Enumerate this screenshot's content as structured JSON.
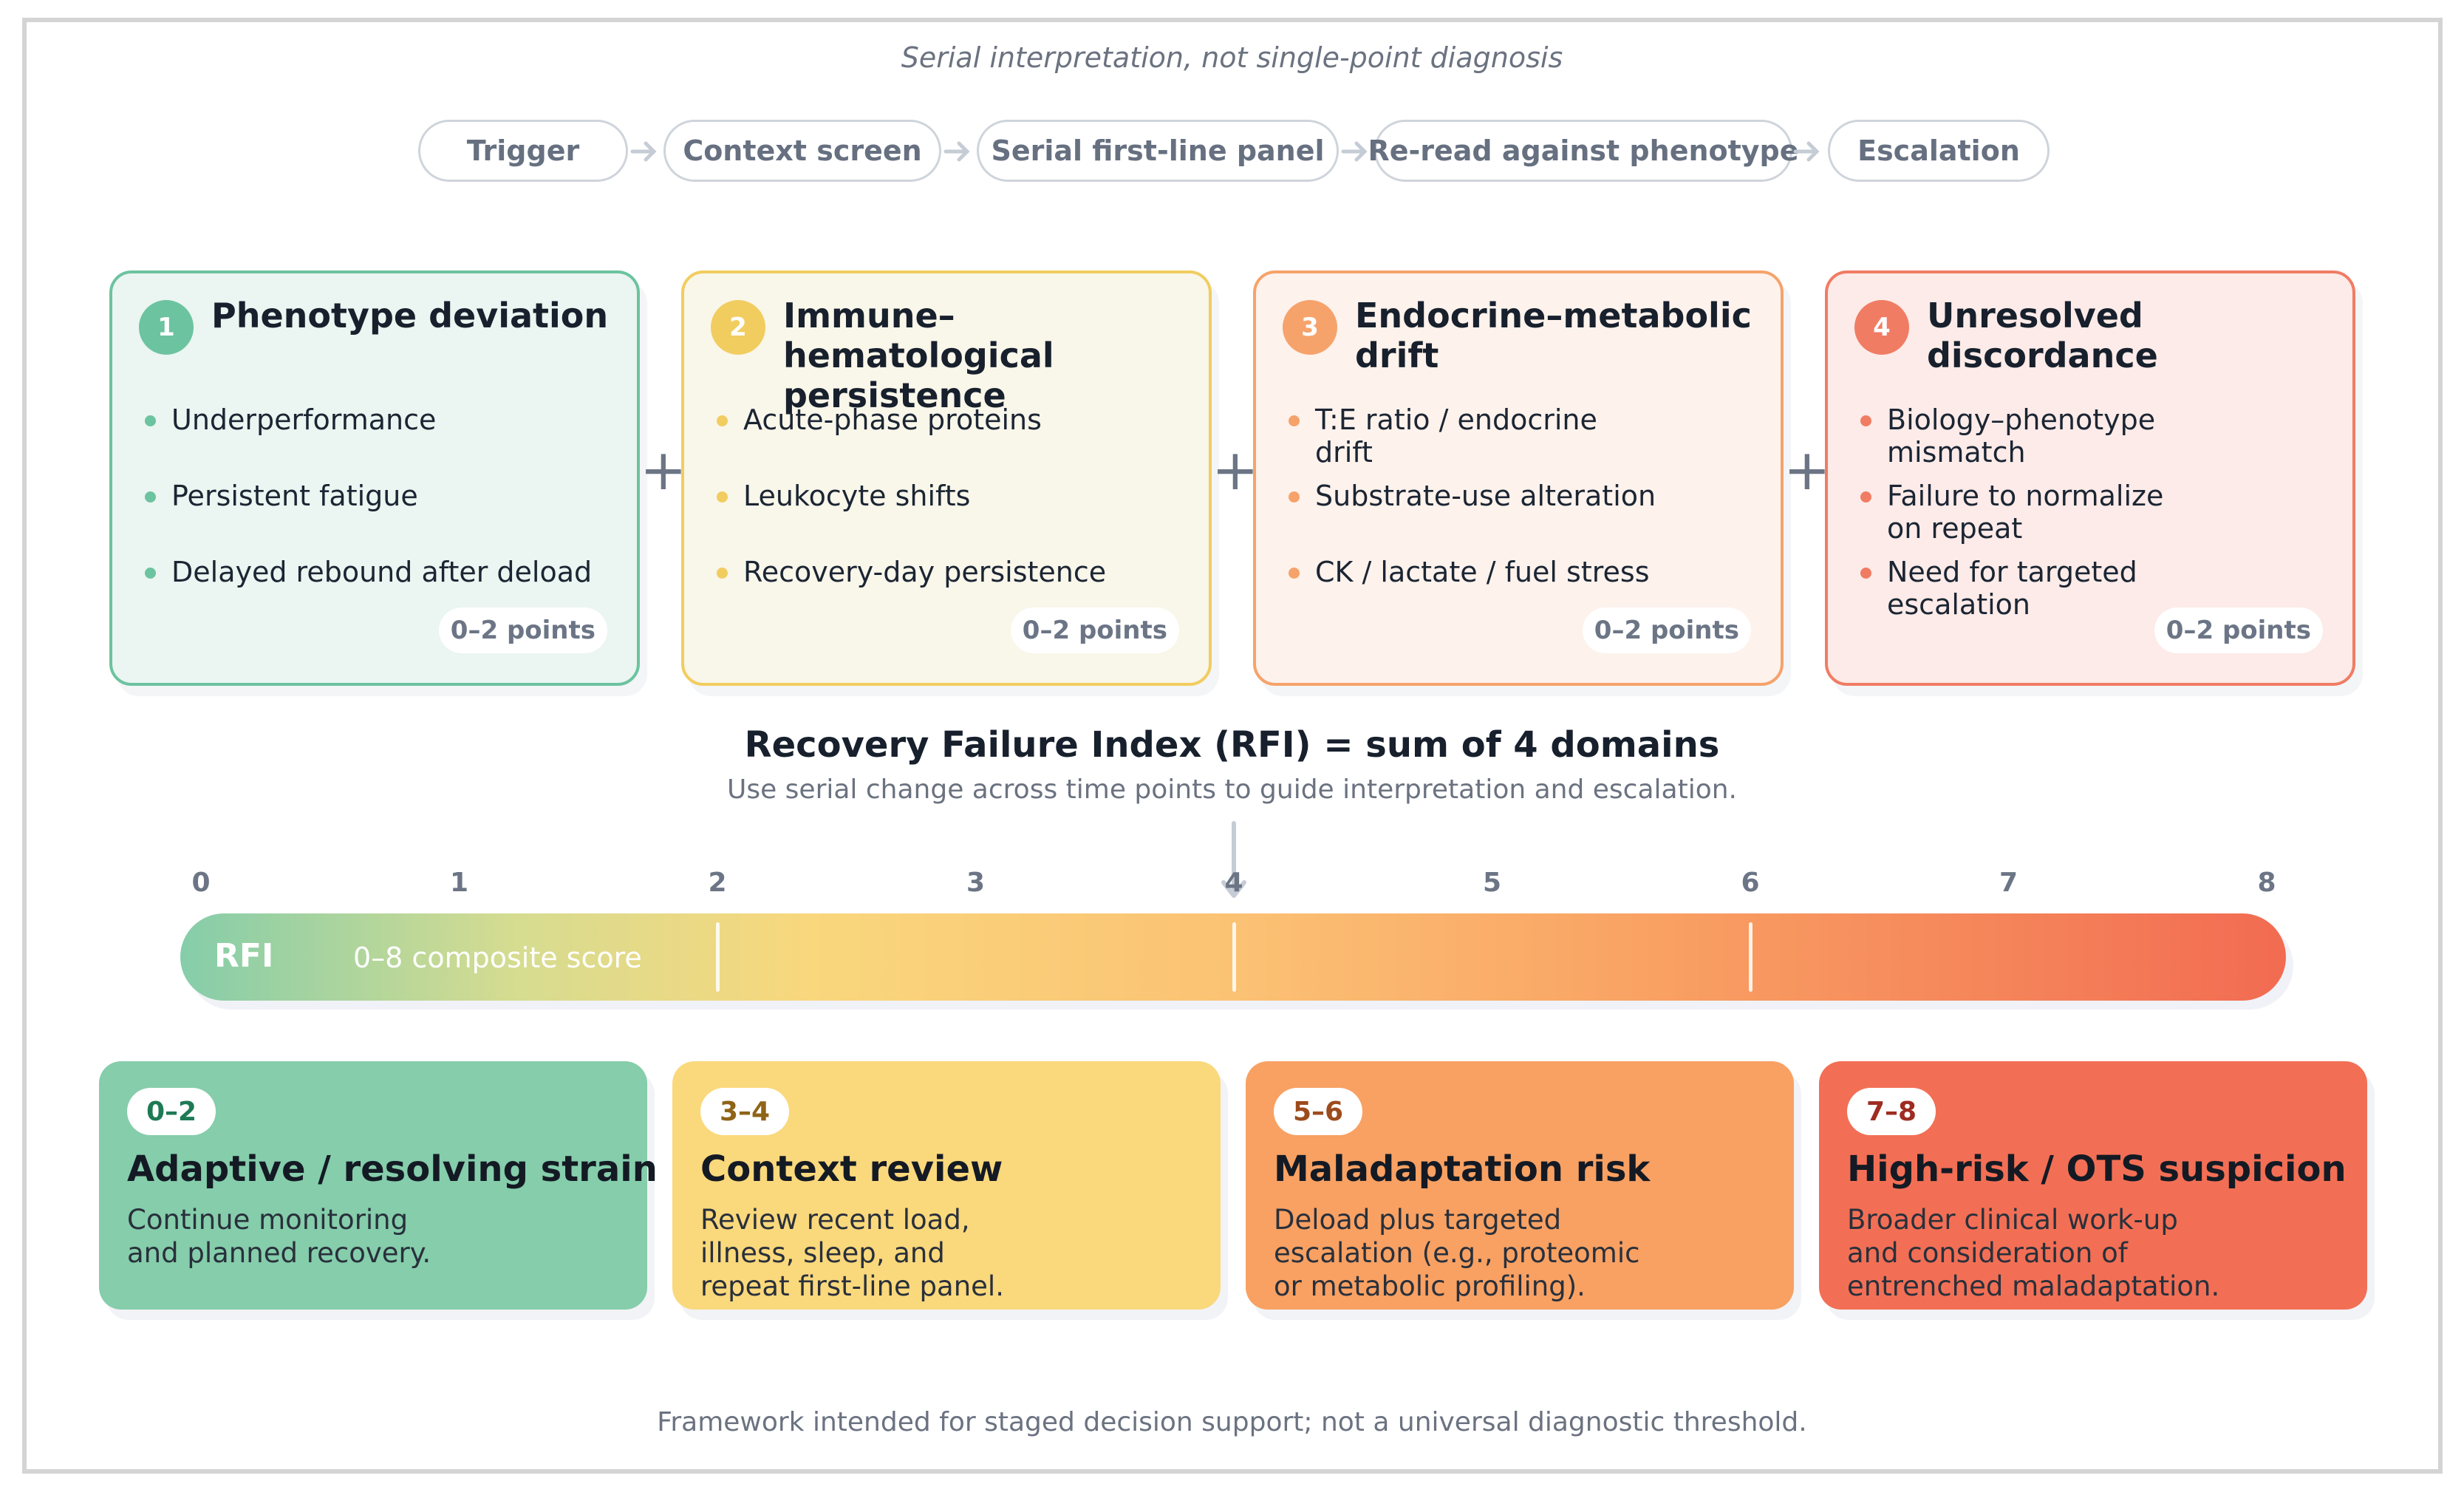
{
  "subtitle": "Serial interpretation, not single-point diagnosis",
  "flow": [
    "Trigger",
    "Context screen",
    "Serial first-line panel",
    "Re-read against phenotype",
    "Escalation"
  ],
  "domains": [
    {
      "num": "1",
      "title": "Phenotype deviation",
      "items": [
        "Underperformance",
        "Persistent fatigue",
        "Delayed rebound after deload"
      ],
      "points": "0–2 points",
      "color": "#6cc3a0",
      "bg": "#ebf5f1"
    },
    {
      "num": "2",
      "title": "Immune–hematological persistence",
      "items": [
        "Acute-phase proteins",
        "Leukocyte shifts",
        "Recovery-day persistence"
      ],
      "points": "0–2 points",
      "color": "#f1cd60",
      "bg": "#f9f6ea"
    },
    {
      "num": "3",
      "title": "Endocrine–metabolic drift",
      "items": [
        "T:E ratio / endocrine drift",
        "Substrate-use alteration",
        "CK / lactate / fuel stress"
      ],
      "points": "0–2 points",
      "color": "#f5a36b",
      "bg": "#fdf2ec"
    },
    {
      "num": "4",
      "title": "Unresolved discordance",
      "items": [
        "Biology–phenotype mismatch",
        "Failure to normalize on repeat",
        "Need for targeted escalation"
      ],
      "points": "0–2 points",
      "color": "#f07c64",
      "bg": "#fcebe8"
    }
  ],
  "plus_sign": "+",
  "rfi": {
    "title": "Recovery Failure Index (RFI) = sum of 4 domains",
    "subtitle": "Use serial change across time points to guide interpretation and escalation.",
    "label": "RFI",
    "description": "0–8 composite score",
    "ticks": [
      "0",
      "1",
      "2",
      "3",
      "4",
      "5",
      "6",
      "7",
      "8"
    ],
    "dividers_at": [
      2,
      4,
      6
    ],
    "pointer_at": 4
  },
  "risk_bands": [
    {
      "range": "0–2",
      "title": "Adaptive / resolving strain",
      "text": [
        "Continue monitoring",
        "and planned recovery."
      ],
      "bg": "#85cdab",
      "range_color": "#1e7a55"
    },
    {
      "range": "3–4",
      "title": "Context review",
      "text": [
        "Review recent load,",
        "illness, sleep, and",
        "repeat first-line panel."
      ],
      "bg": "#fad87c",
      "range_color": "#8f6418"
    },
    {
      "range": "5–6",
      "title": "Maladaptation risk",
      "text": [
        "Deload plus targeted",
        "escalation (e.g., proteomic",
        "or metabolic profiling)."
      ],
      "bg": "#f8a163",
      "range_color": "#9d4b1d"
    },
    {
      "range": "7–8",
      "title": "High-risk / OTS suspicion",
      "text": [
        "Broader clinical work-up",
        "and consideration of",
        "entrenched maladaptation."
      ],
      "bg": "#f26f55",
      "range_color": "#9e2c22"
    }
  ],
  "footer": "Framework intended for staged decision support; not a universal diagnostic threshold."
}
